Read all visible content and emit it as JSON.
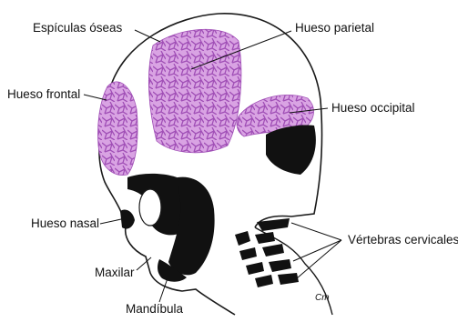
{
  "labels": {
    "especulas": "Espículas óseas",
    "parietal": "Hueso parietal",
    "frontal": "Hueso frontal",
    "occipital": "Hueso occipital",
    "nasal": "Hueso nasal",
    "vertebras": "Vértebras cervicales",
    "maxilar": "Maxilar",
    "mandibula": "Mandíbula"
  },
  "signature": "Cm",
  "colors": {
    "bone": "#c77fd6",
    "bone_line": "#a04fb6",
    "cartilage": "#111111",
    "outline": "#1a1a1a",
    "background": "#ffffff"
  }
}
